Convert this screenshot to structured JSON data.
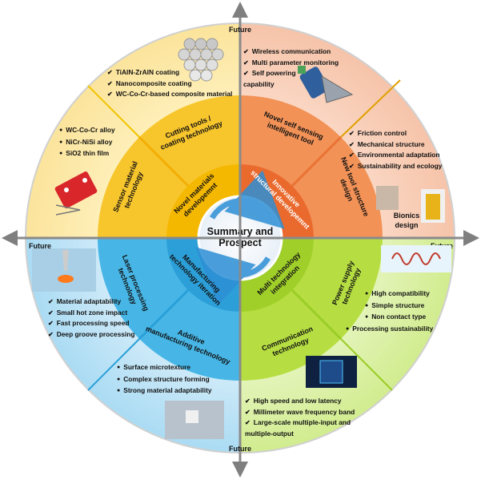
{
  "center": {
    "line1": "Summary and",
    "line2": "Prospect"
  },
  "future_labels": {
    "top": "Future",
    "left": "Future",
    "right": "Future",
    "bottom": "Future"
  },
  "inner": {
    "tl": "Novel materials developemnt",
    "tr": "Innovative structural developemnt",
    "bl": "Manufacturing technology iteration",
    "br": "Multi technology integration"
  },
  "middle": {
    "cutting": "Cutting tools / coating technology",
    "sensor": "Sensor material technology",
    "self_sensing": "Novel self sensing intelligent tool",
    "structure": "New tool structure design",
    "laser": "Laser processing technology",
    "additive": "Additive manufacturing technology",
    "power": "Power supply technology",
    "communication": "Communication technology"
  },
  "lists": {
    "coating": [
      "TiAlN-ZrAlN coating",
      "Nanocomposite coating",
      "WC-Co-Cr-based composite material"
    ],
    "sensor_materials": [
      "WC-Co-Cr alloy",
      "NiCr-NiSi alloy",
      "SiO2 thin film"
    ],
    "sensing": [
      "Wireless communication",
      "Multi parameter monitoring",
      "Self powering capability"
    ],
    "structure": [
      "Friction control",
      "Mechanical structure",
      "Environmental adaptation",
      "Sustainability and ecology"
    ],
    "laser": [
      "Material adaptability",
      "Small hot zone impact",
      "Fast processing speed",
      "Deep groove processing"
    ],
    "additive": [
      "Surface microtexture",
      "Complex structure forming",
      "Strong material adaptability"
    ],
    "power": [
      "High compatibility",
      "Simple structure",
      "Non contact type",
      "Processing sustainability"
    ],
    "communication": [
      "High speed and low latency",
      "Millimeter wave frequency band",
      "Large-scale multiple-input and multiple-output"
    ]
  },
  "bionics_label": "Bionics design",
  "colors": {
    "tl_outer": "#fbe8a6",
    "tl_mid": "#f6c62c",
    "tl_inner": "#f2b500",
    "tr_outer": "#f7cdb6",
    "tr_mid": "#f08a4b",
    "tr_inner": "#e8612a",
    "bl_outer": "#bfe3f5",
    "bl_mid": "#45b4e4",
    "bl_inner": "#2aa0d8",
    "br_outer": "#dbefa8",
    "br_mid": "#b2dc3d",
    "br_inner": "#9ccc28",
    "outline": "#d8d8d8",
    "arrow": "#808080",
    "divider": "#e0a000"
  }
}
